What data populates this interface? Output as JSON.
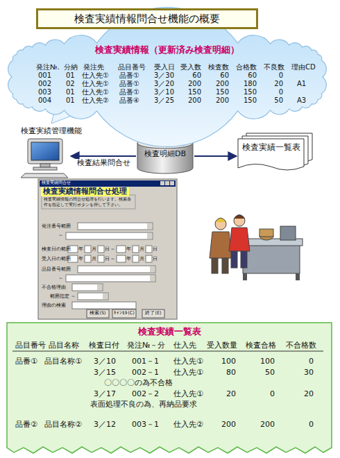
{
  "diagram": {
    "title": "検査実績情報問合せ機能の概要",
    "nodes": [
      {
        "text": [
          "検査実績情報（更新済み検査明細）"
        ]
      },
      {
        "text": [
          "検査実績管理機能"
        ]
      },
      {
        "text": [
          "検査明細DB"
        ]
      },
      {
        "text": [
          "検査実績一覧表"
        ]
      },
      {
        "text": [
          "検査実績情報問合せ処理"
        ]
      },
      {
        "text": [
          "検査実績一覧表"
        ]
      }
    ],
    "edges": [
      {
        "from": 2,
        "to": 1,
        "arrow": "to",
        "label": "検査結果問合せ"
      },
      {
        "from": 2,
        "to": 3,
        "arrow": "to"
      }
    ],
    "labels": [
      "発注№.",
      "分納",
      "発注先",
      "品目番号",
      "受入日",
      "受入数",
      "検査数",
      "合格数",
      "不良数",
      "理由CD",
      "001",
      "01",
      "仕入先①",
      "品番①",
      "3／30",
      "60",
      "60",
      "60",
      "0",
      "002",
      "02",
      "仕入先①",
      "品番①",
      "3／20",
      "200",
      "200",
      "180",
      "20",
      "A1",
      "003",
      "01",
      "仕入先①",
      "品番①",
      "3／10",
      "150",
      "150",
      "150",
      "0",
      "004",
      "01",
      "仕入先②",
      "品番④",
      "3／25",
      "200",
      "200",
      "150",
      "50",
      "A3",
      "検査実績問合せ",
      "検査実績情報の問合せ処理を行います。検索条件を指定して実行ボタンを押して下さい。",
      "発注番号範囲",
      "～",
      "検査日の範囲",
      "年",
      "月",
      "日",
      "～",
      "年",
      "月",
      "日",
      "受入日の範囲",
      "年",
      "月",
      "日",
      "～",
      "年",
      "月",
      "日",
      "品目番号範囲",
      "～",
      "不合格理由",
      "範囲指定",
      "～",
      "理由の検索",
      "検索(S)",
      "ｷｬﾝｾﾙ(C)",
      "終了(E)",
      "品目番号",
      "品目名称",
      "検査日付",
      "発注№－分",
      "仕入先",
      "受入数量",
      "検査合格",
      "不合格数",
      "品番①",
      "品目名称①",
      "3／10",
      "001－1",
      "仕入先①",
      "100",
      "100",
      "0",
      "3／15",
      "002－1",
      "仕入先①",
      "80",
      "50",
      "30",
      "〇〇〇〇の為不合格",
      "3／17",
      "002－2",
      "仕入先①",
      "20",
      "0",
      "20",
      "表面処理不良の為、再納品要求",
      "品番②",
      "品目名称②",
      "3／12",
      "003－1",
      "仕入先②",
      "200",
      "200",
      "0"
    ]
  }
}
